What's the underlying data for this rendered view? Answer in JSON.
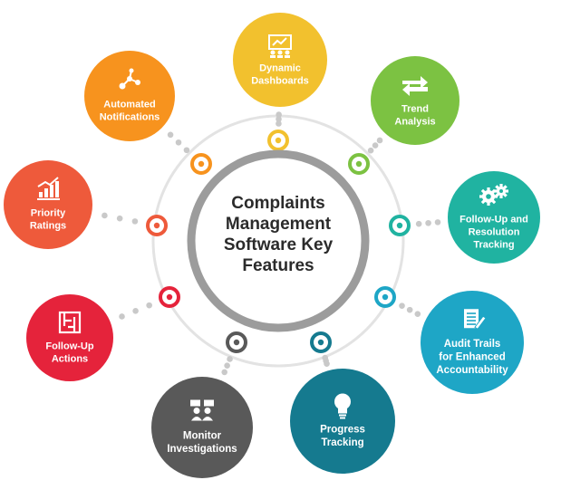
{
  "center": {
    "lines": [
      "Complaints",
      "Management",
      "Software Key",
      "Features"
    ]
  },
  "features": [
    {
      "id": "dynamic-dashboards",
      "lines": [
        "Dynamic",
        "Dashboards"
      ],
      "color": "#F2C12E",
      "icon": "dashboard-presentation-icon"
    },
    {
      "id": "trend-analysis",
      "lines": [
        "Trend",
        "Analysis"
      ],
      "color": "#7CC242",
      "icon": "swap-arrows-icon"
    },
    {
      "id": "follow-up-resolution-tracking",
      "lines": [
        "Follow-Up and",
        "Resolution",
        "Tracking"
      ],
      "color": "#20B3A1",
      "icon": "gears-icon"
    },
    {
      "id": "audit-trails",
      "lines": [
        "Audit Trails",
        "for Enhanced",
        "Accountability"
      ],
      "color": "#1EA6C6",
      "icon": "document-pen-icon"
    },
    {
      "id": "progress-tracking",
      "lines": [
        "Progress",
        "Tracking"
      ],
      "color": "#157A8F",
      "icon": "lightbulb-icon"
    },
    {
      "id": "monitor-investigations",
      "lines": [
        "Monitor",
        "Investigations"
      ],
      "color": "#595959",
      "icon": "people-discussion-icon"
    },
    {
      "id": "follow-up-actions",
      "lines": [
        "Follow-Up",
        "Actions"
      ],
      "color": "#E5233B",
      "icon": "maze-icon"
    },
    {
      "id": "priority-ratings",
      "lines": [
        "Priority",
        "Ratings"
      ],
      "color": "#EE5A3B",
      "icon": "growth-chart-icon"
    },
    {
      "id": "automated-notifications",
      "lines": [
        "Automated",
        "Notifications"
      ],
      "color": "#F7931E",
      "icon": "share-nodes-icon"
    }
  ]
}
